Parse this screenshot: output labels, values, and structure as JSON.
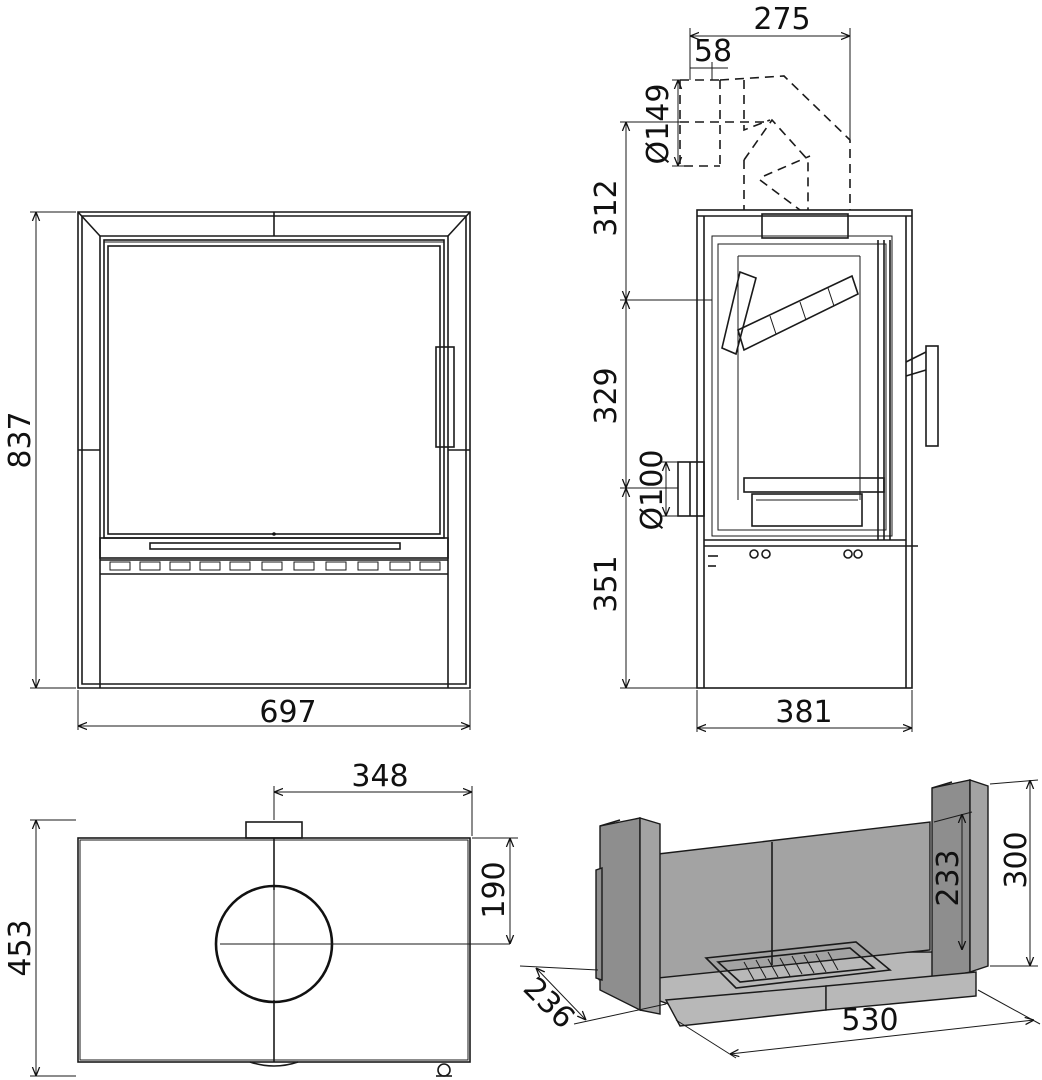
{
  "views": {
    "front": {
      "dims": {
        "width": "697",
        "height": "837"
      }
    },
    "side": {
      "dims": {
        "depth": "381",
        "total_flue_offset": "275",
        "flue_inset": "58",
        "flue_diameter_top": "Ø149",
        "flue_diameter_rear": "Ø100",
        "height_top": "312",
        "height_mid": "329",
        "height_bottom": "351"
      }
    },
    "top": {
      "dims": {
        "flue_offset_x": "348",
        "flue_offset_y": "190",
        "depth": "453"
      }
    },
    "liner": {
      "dims": {
        "width": "530",
        "depth": "236",
        "height_back": "233",
        "height_side": "300"
      }
    }
  }
}
